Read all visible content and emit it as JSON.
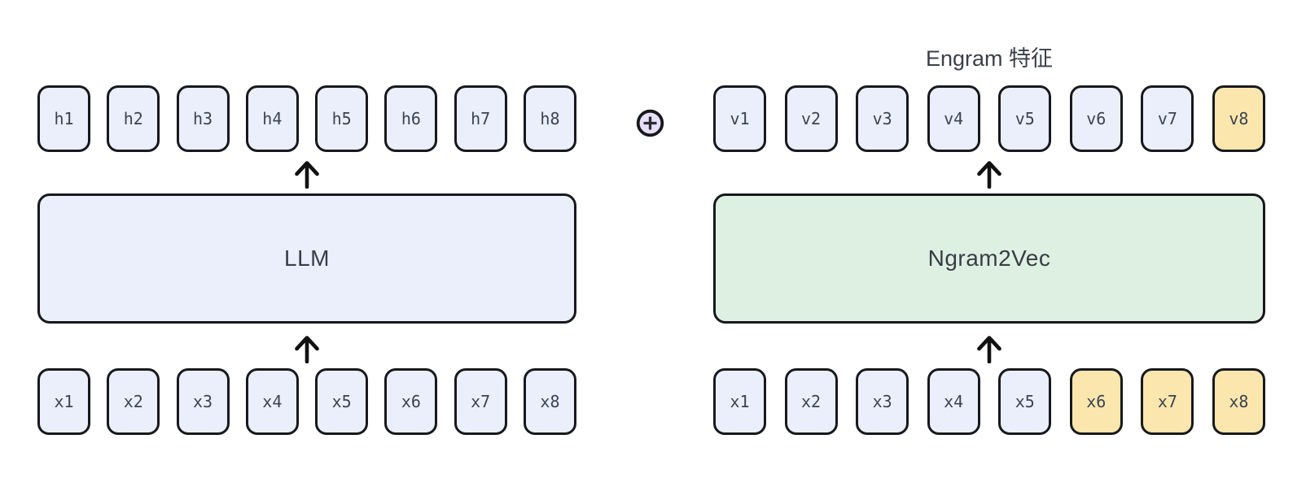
{
  "right_panel_title": "Engram 特征",
  "operator": {
    "symbol": "⊕",
    "meaning": "element-wise add"
  },
  "left": {
    "block_label": "LLM",
    "hidden_states": [
      {
        "label": "h1",
        "highlight": false
      },
      {
        "label": "h2",
        "highlight": false
      },
      {
        "label": "h3",
        "highlight": false
      },
      {
        "label": "h4",
        "highlight": false
      },
      {
        "label": "h5",
        "highlight": false
      },
      {
        "label": "h6",
        "highlight": false
      },
      {
        "label": "h7",
        "highlight": false
      },
      {
        "label": "h8",
        "highlight": false
      }
    ],
    "inputs": [
      {
        "label": "x1",
        "highlight": false
      },
      {
        "label": "x2",
        "highlight": false
      },
      {
        "label": "x3",
        "highlight": false
      },
      {
        "label": "x4",
        "highlight": false
      },
      {
        "label": "x5",
        "highlight": false
      },
      {
        "label": "x6",
        "highlight": false
      },
      {
        "label": "x7",
        "highlight": false
      },
      {
        "label": "x8",
        "highlight": false
      }
    ]
  },
  "right": {
    "block_label": "Ngram2Vec",
    "vectors": [
      {
        "label": "v1",
        "highlight": false
      },
      {
        "label": "v2",
        "highlight": false
      },
      {
        "label": "v3",
        "highlight": false
      },
      {
        "label": "v4",
        "highlight": false
      },
      {
        "label": "v5",
        "highlight": false
      },
      {
        "label": "v6",
        "highlight": false
      },
      {
        "label": "v7",
        "highlight": false
      },
      {
        "label": "v8",
        "highlight": true
      }
    ],
    "inputs": [
      {
        "label": "x1",
        "highlight": false
      },
      {
        "label": "x2",
        "highlight": false
      },
      {
        "label": "x3",
        "highlight": false
      },
      {
        "label": "x4",
        "highlight": false
      },
      {
        "label": "x5",
        "highlight": false
      },
      {
        "label": "x6",
        "highlight": true
      },
      {
        "label": "x7",
        "highlight": true
      },
      {
        "label": "x8",
        "highlight": true
      }
    ]
  },
  "colors": {
    "token_fill": "#eaeffb",
    "token_highlight_fill": "#fbe7ae",
    "llm_block_fill": "#eaeffb",
    "ngram_block_fill": "#def0e2",
    "operator_fill": "#e7e0f8",
    "border": "#17191c",
    "label_text": "#3c4350",
    "title_text": "#3a3f47"
  }
}
